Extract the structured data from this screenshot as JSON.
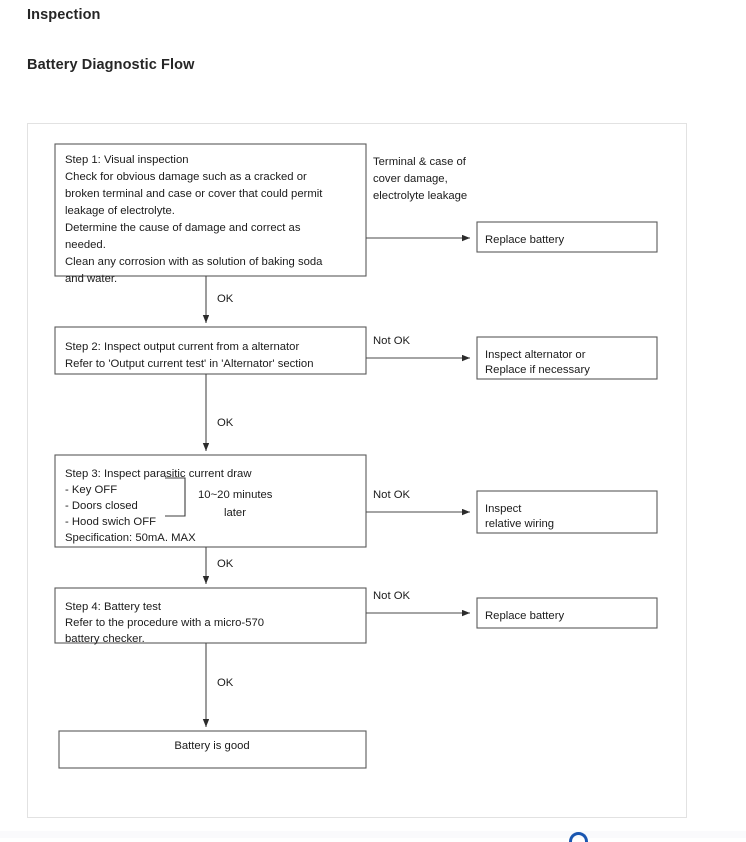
{
  "headings": {
    "section": "Inspection",
    "title": "Battery Diagnostic Flow"
  },
  "diagram": {
    "type": "flowchart",
    "steps": [
      {
        "id": "step-1",
        "lines": [
          "Step 1: Visual inspection",
          "Check for obvious damage such as a cracked or",
          "broken terminal and case or cover that could permit",
          "leakage of electrolyte.",
          "Determine the cause of damage and correct as",
          "needed.",
          "Clean any corrosion with as solution of baking soda",
          "and water."
        ]
      },
      {
        "id": "step-2",
        "lines": [
          "Step 2: Inspect output current from a alternator",
          "Refer to 'Output current test' in 'Alternator' section"
        ]
      },
      {
        "id": "step-3",
        "lines": [
          "Step 3: Inspect parasitic current draw",
          " - Key OFF",
          " - Doors closed",
          " - Hood swich OFF",
          "   Specification: 50mA. MAX"
        ],
        "annotation": [
          "10~20 minutes",
          "later"
        ]
      },
      {
        "id": "step-4",
        "lines": [
          "Step 4: Battery test",
          "Refer to the procedure with a micro-570",
          "battery checker."
        ]
      }
    ],
    "outcomes": [
      {
        "id": "outcome-1",
        "lines": [
          "Replace battery"
        ]
      },
      {
        "id": "outcome-2",
        "lines": [
          "Inspect alternator or",
          "Replace if necessary"
        ]
      },
      {
        "id": "outcome-3",
        "lines": [
          "Inspect",
          "relative wiring"
        ]
      },
      {
        "id": "outcome-4",
        "lines": [
          "Replace battery"
        ]
      }
    ],
    "terminal": {
      "id": "terminal-good",
      "label": "Battery is good"
    },
    "branch_notes": [
      {
        "id": "note-1",
        "lines": [
          "Terminal  &  case of",
          "cover damage,",
          "electrolyte leakage"
        ]
      }
    ],
    "edge_labels": {
      "ok": "OK",
      "not_ok": "Not OK"
    },
    "colors": {
      "box_border": "#555555",
      "line": "#4a4a4a",
      "text": "#1b1b1b",
      "card_border": "#e2e2e2"
    }
  }
}
